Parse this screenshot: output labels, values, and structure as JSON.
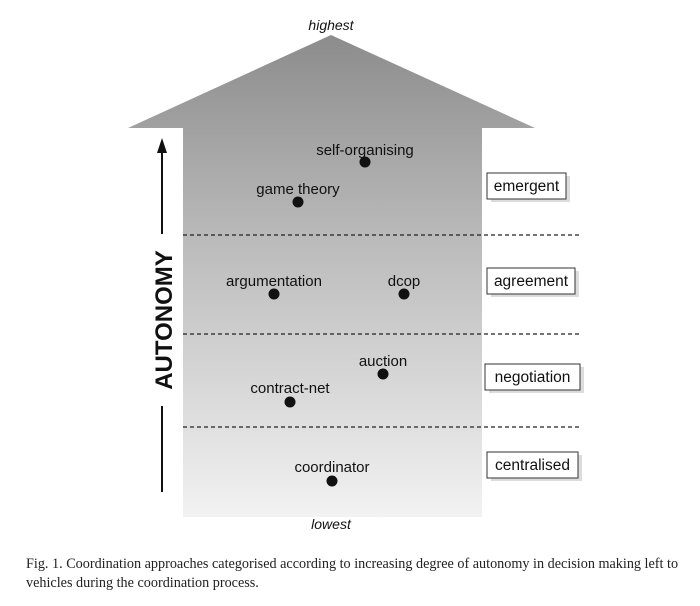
{
  "diagram": {
    "top_label": "highest",
    "bottom_label": "lowest",
    "axis_label": "AUTONOMY",
    "levels": [
      {
        "key": "emergent",
        "label": "emergent"
      },
      {
        "key": "agreement",
        "label": "agreement"
      },
      {
        "key": "negotiation",
        "label": "negotiation"
      },
      {
        "key": "centralised",
        "label": "centralised"
      }
    ],
    "approaches": [
      {
        "key": "self-organising",
        "label": "self-organising",
        "level": "emergent"
      },
      {
        "key": "game-theory",
        "label": "game theory",
        "level": "emergent"
      },
      {
        "key": "argumentation",
        "label": "argumentation",
        "level": "agreement"
      },
      {
        "key": "dcop",
        "label": "dcop",
        "level": "agreement"
      },
      {
        "key": "auction",
        "label": "auction",
        "level": "negotiation"
      },
      {
        "key": "contract-net",
        "label": "contract-net",
        "level": "negotiation"
      },
      {
        "key": "coordinator",
        "label": "coordinator",
        "level": "centralised"
      }
    ]
  },
  "caption": "Fig. 1.  Coordination approaches categorised according to increasing degree of autonomy in decision making left to vehicles during the coordination process."
}
